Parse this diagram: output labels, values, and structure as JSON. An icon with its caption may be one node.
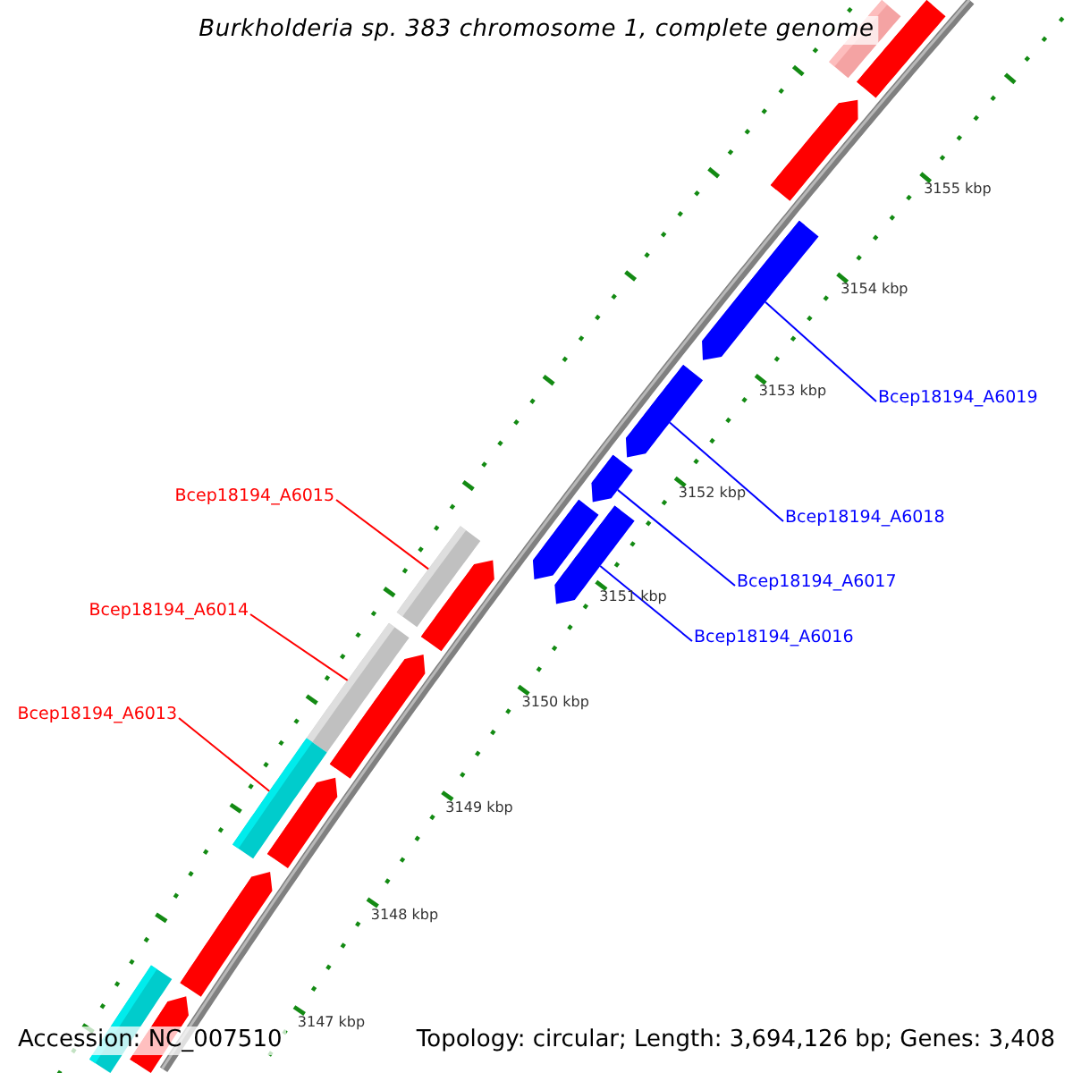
{
  "diagram": {
    "title": "Burkholderia sp. 383 chromosome 1, complete genome",
    "nodes": [
      {
        "text": [
          "Bcep18194_A6015"
        ]
      },
      {
        "text": [
          "Bcep18194_A6014"
        ]
      },
      {
        "text": [
          "Bcep18194_A6013"
        ]
      },
      {
        "text": [
          "Bcep18194_A6019"
        ]
      },
      {
        "text": [
          "Bcep18194_A6018"
        ]
      },
      {
        "text": [
          "Bcep18194_A6017"
        ]
      },
      {
        "text": [
          "Bcep18194_A6016"
        ]
      },
      {
        "text": [],
        "shape": "bar"
      },
      {
        "text": [],
        "shape": "arrow"
      },
      {
        "text": [],
        "shape": "arrow"
      },
      {
        "text": [],
        "shape": "arrow"
      },
      {
        "text": [],
        "shape": "arrow"
      },
      {
        "text": [],
        "shape": "arrow"
      },
      {
        "text": [],
        "shape": "arrow"
      },
      {
        "text": [],
        "shape": "arrow"
      },
      {
        "text": [],
        "shape": "bar"
      },
      {
        "text": [],
        "shape": "arrow"
      },
      {
        "text": [],
        "shape": "bar"
      },
      {
        "text": [],
        "shape": "arrow"
      },
      {
        "text": [],
        "shape": "bar"
      },
      {
        "text": [],
        "shape": "arrow"
      },
      {
        "text": [],
        "shape": "arrow"
      },
      {
        "text": [],
        "shape": "bar"
      },
      {
        "text": [],
        "shape": "arrow"
      }
    ],
    "edges": [
      {
        "from": 0,
        "to": 15,
        "arrow": "none",
        "color": "#ff0000"
      },
      {
        "from": 1,
        "to": 17,
        "arrow": "none",
        "color": "#ff0000"
      },
      {
        "from": 2,
        "to": 19,
        "arrow": "none",
        "color": "#ff0000"
      },
      {
        "from": 3,
        "to": 10,
        "arrow": "none"
      },
      {
        "from": 4,
        "to": 11,
        "arrow": "none"
      },
      {
        "from": 5,
        "to": 12,
        "arrow": "none"
      },
      {
        "from": 6,
        "to": 14,
        "arrow": "none"
      }
    ],
    "labels": [
      "3155 kbp",
      "3154 kbp",
      "3153 kbp",
      "3152 kbp",
      "3151 kbp",
      "3150 kbp",
      "3149 kbp",
      "3148 kbp",
      "3147 kbp",
      "Accession: NC_007510",
      "Topology: circular; Length: 3,694,126 bp; Genes: 3,408"
    ]
  }
}
